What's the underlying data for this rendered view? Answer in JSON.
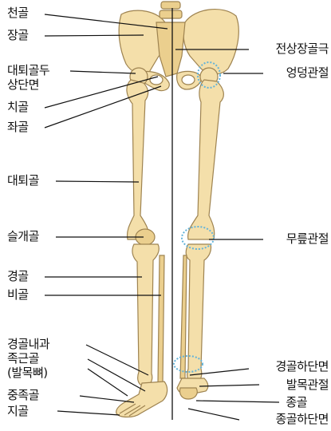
{
  "colors": {
    "bone_fill": "#f4dfaa",
    "bone_shade": "#d9bb78",
    "bone_outline": "#9e8350",
    "leader_line": "#111111",
    "joint_highlight": "#63b3d9",
    "text": "#111111"
  },
  "labels": {
    "sacrum": "천골",
    "ilium": "장골",
    "femoral_head_top": "대퇴골두",
    "femoral_head_surface": "상단면",
    "pubis": "치골",
    "ischium": "좌골",
    "femur": "대퇴골",
    "patella": "슬개골",
    "tibia": "경골",
    "fibula": "비골",
    "medial_malleolus": "경골내과",
    "tarsal_bones": "족근골",
    "tarsal_bones_alt": "(발목뼈)",
    "metatarsals": "중족골",
    "phalanges": "지골",
    "asis": "전상장골극",
    "hip_joint": "엉덩관절",
    "knee_joint": "무릎관절",
    "tibia_distal_surface": "경골하단면",
    "ankle_joint": "발목관절",
    "calcaneus": "종골",
    "calcaneus_surface": "종골하단면"
  }
}
